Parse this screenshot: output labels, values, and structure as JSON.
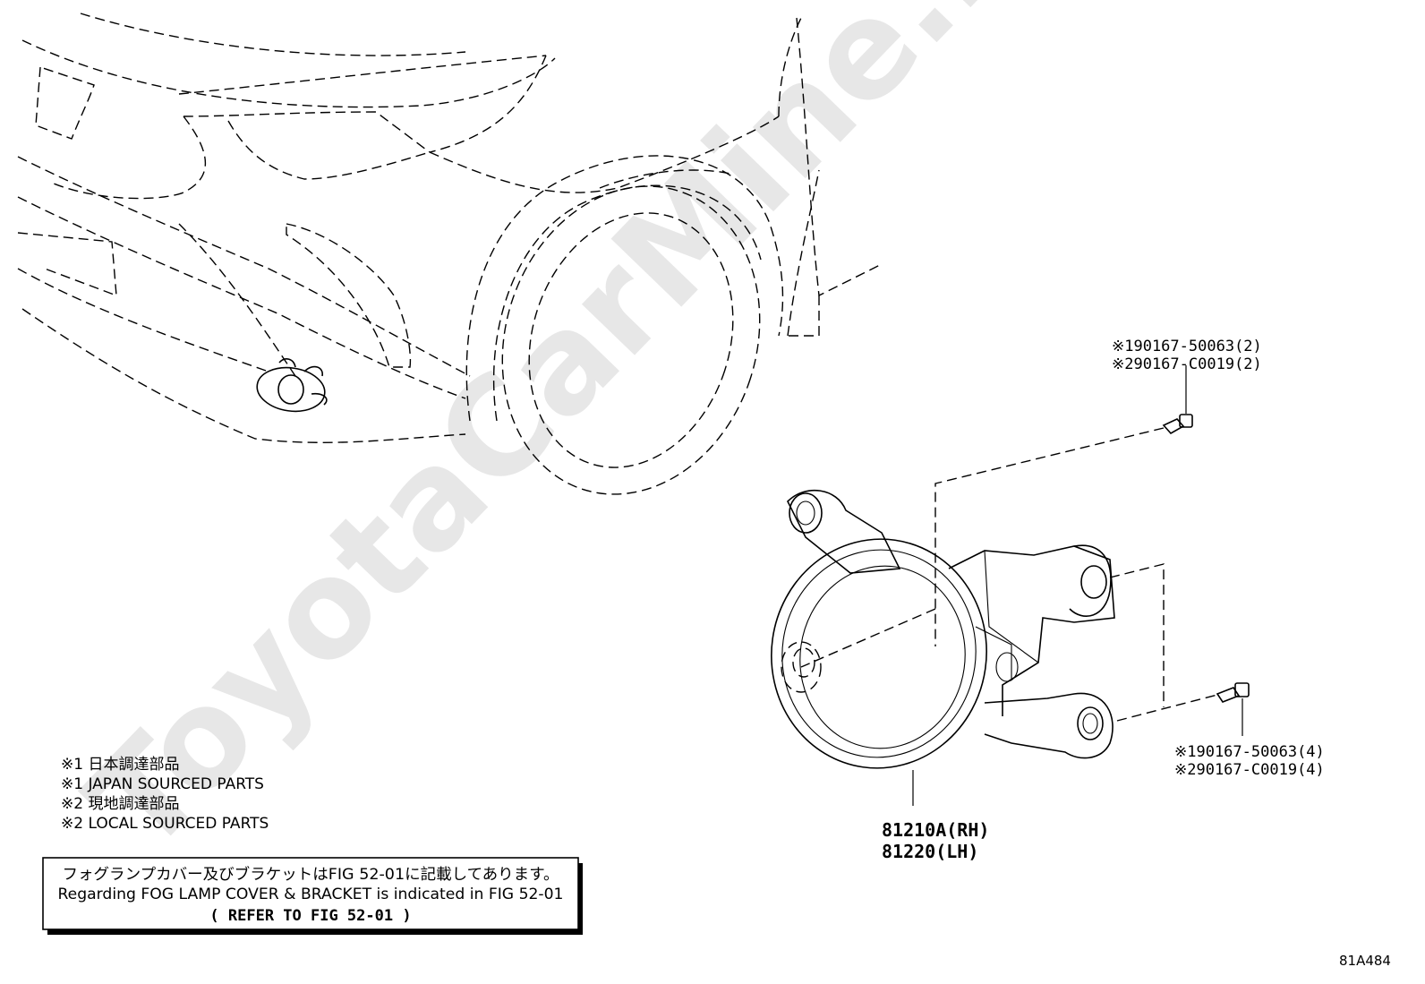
{
  "watermark": "ToyotaCarMine.ru",
  "figure_id": "81A484",
  "parts": {
    "lamp_rh": "81210A(RH)",
    "lamp_lh": "81220(LH)",
    "bolt_top_1": "※190167-50063(2)",
    "bolt_top_2": "※290167-C0019(2)",
    "bolt_bottom_1": "※190167-50063(4)",
    "bolt_bottom_2": "※290167-C0019(4)"
  },
  "legend": {
    "line1": "※1 日本調達部品",
    "line2": "※1 JAPAN SOURCED PARTS",
    "line3": "※2 現地調達部品",
    "line4": "※2 LOCAL SOURCED PARTS"
  },
  "note_box": {
    "line_jp": "フォグランプカバー及びブラケットはFIG 52-01に記載してあります。",
    "line_en": "Regarding FOG LAMP COVER & BRACKET is indicated in FIG 52-01",
    "refer": "(  REFER TO FIG 52-01  )"
  }
}
